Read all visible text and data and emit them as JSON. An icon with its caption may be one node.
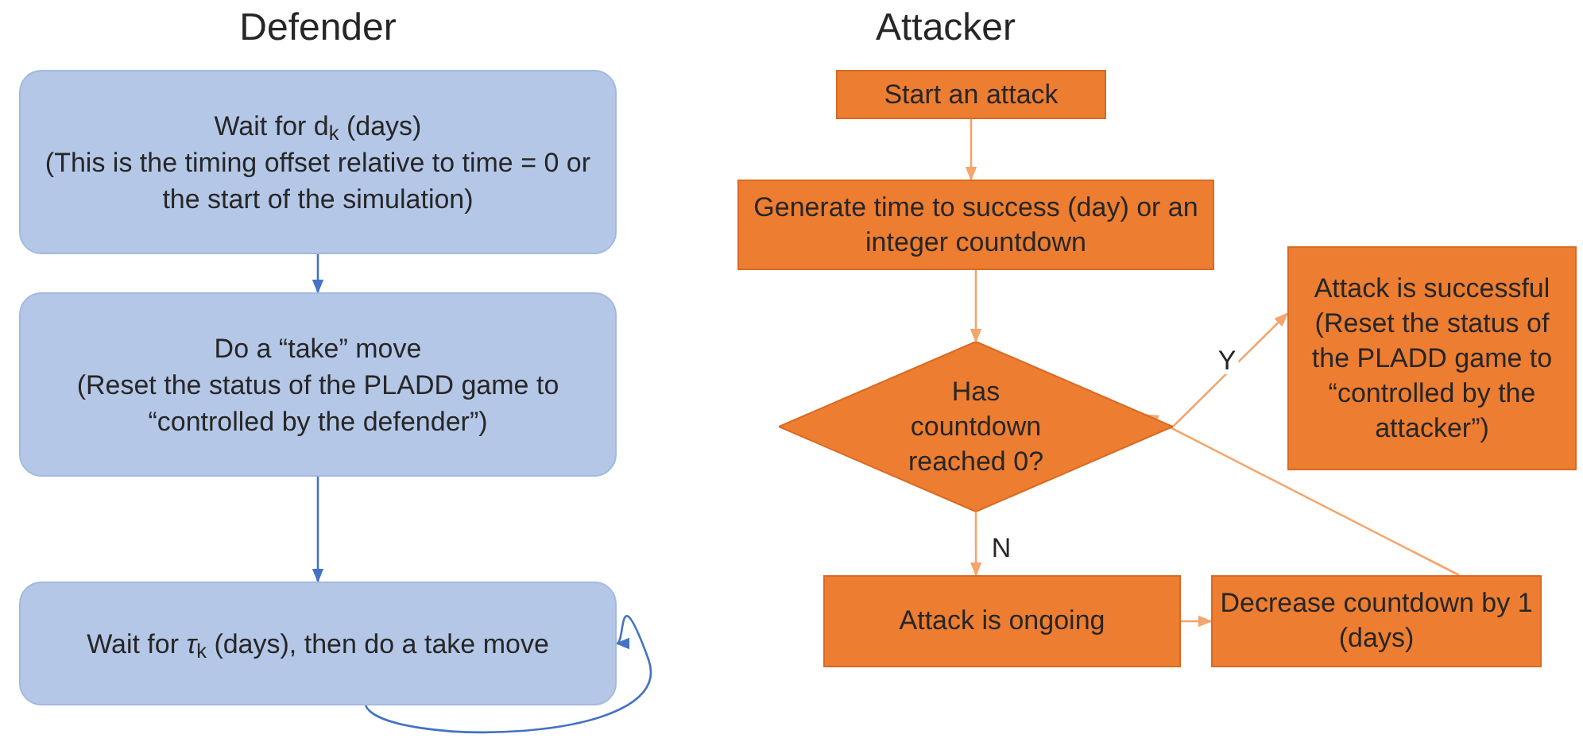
{
  "diagram": {
    "nodes": [
      {
        "text": [
          "Wait for d$_{k}$ (days)",
          "(This is the timing offset relative to time = 0 or the start of the simulation)"
        ]
      },
      {
        "text": [
          "Do a “take” move",
          "(Reset the status of the PLADD game to “controlled by the defender”)"
        ]
      },
      {
        "text": [
          "Wait for *τ*$_{k}$ (days), then do a take move"
        ]
      },
      {
        "text": [
          "Start an attack"
        ]
      },
      {
        "text": [
          "Generate time to success (day) or an integer countdown"
        ]
      },
      {
        "text": [
          "Has countdown reached 0?"
        ]
      },
      {
        "text": [
          "Attack is successful",
          "(Reset the status of the PLADD game to “controlled by the attacker”)"
        ]
      },
      {
        "text": [
          "Attack is ongoing"
        ]
      },
      {
        "text": [
          "Decrease countdown by 1 (days)"
        ]
      }
    ],
    "edges": [
      {
        "from": 0,
        "to": 1,
        "arrow": "to",
        "color": "#4472c4"
      },
      {
        "from": 1,
        "to": 2,
        "arrow": "to",
        "color": "#4472c4"
      },
      {
        "from": 2,
        "to": 2,
        "arrow": "to",
        "color": "#4472c4"
      },
      {
        "from": 3,
        "to": 4,
        "arrow": "to"
      },
      {
        "from": 4,
        "to": 5,
        "arrow": "to"
      },
      {
        "from": 5,
        "to": 6,
        "arrow": "to",
        "label": "Y"
      },
      {
        "from": 5,
        "to": 7,
        "arrow": "to",
        "label": "N"
      },
      {
        "from": 7,
        "to": 8,
        "arrow": "to"
      },
      {
        "from": 8,
        "to": 5,
        "arrow": "to"
      }
    ],
    "labels": [
      "Defender",
      "Attacker"
    ]
  }
}
